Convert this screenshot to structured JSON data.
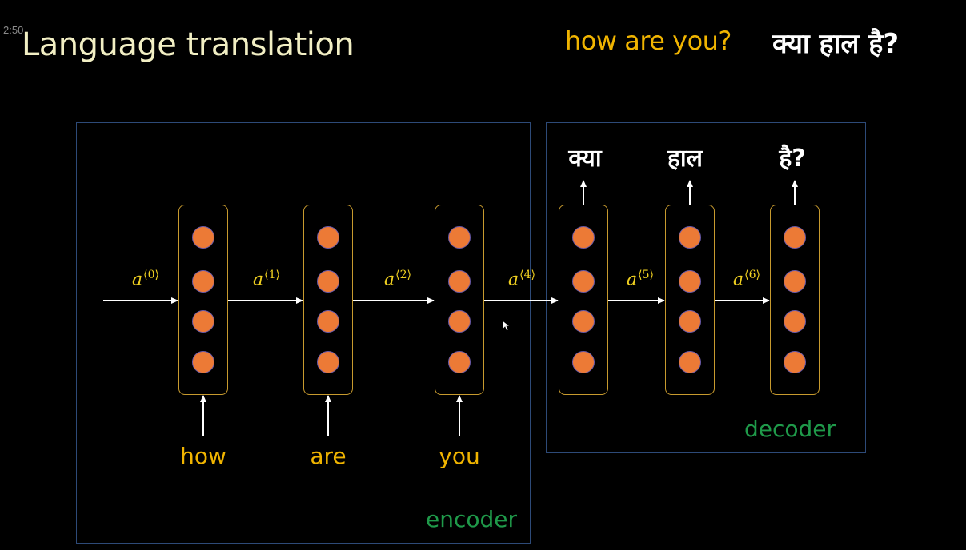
{
  "timestamp": "2:50",
  "title": "Language translation",
  "source_phrase": "how are you?",
  "target_phrase": "क्या हाल है?",
  "encoder": {
    "label": "encoder",
    "inputs": [
      "how",
      "are",
      "you"
    ]
  },
  "decoder": {
    "label": "decoder",
    "outputs": [
      "क्या",
      "हाल",
      "है?"
    ]
  },
  "activations": [
    {
      "base": "a",
      "index": "⟨0⟩"
    },
    {
      "base": "a",
      "index": "⟨1⟩"
    },
    {
      "base": "a",
      "index": "⟨2⟩"
    },
    {
      "base": "a",
      "index": "⟨4⟩"
    },
    {
      "base": "a",
      "index": "⟨5⟩"
    },
    {
      "base": "a",
      "index": "⟨6⟩"
    }
  ],
  "colors": {
    "background": "#000000",
    "title": "#f2efc4",
    "source_text": "#f0b400",
    "neuron": "#ec7a36",
    "cell_border": "#c79a2e",
    "box_border": "#2d4a78",
    "box_label": "#1f9a4a",
    "activation": "#f0d020"
  }
}
